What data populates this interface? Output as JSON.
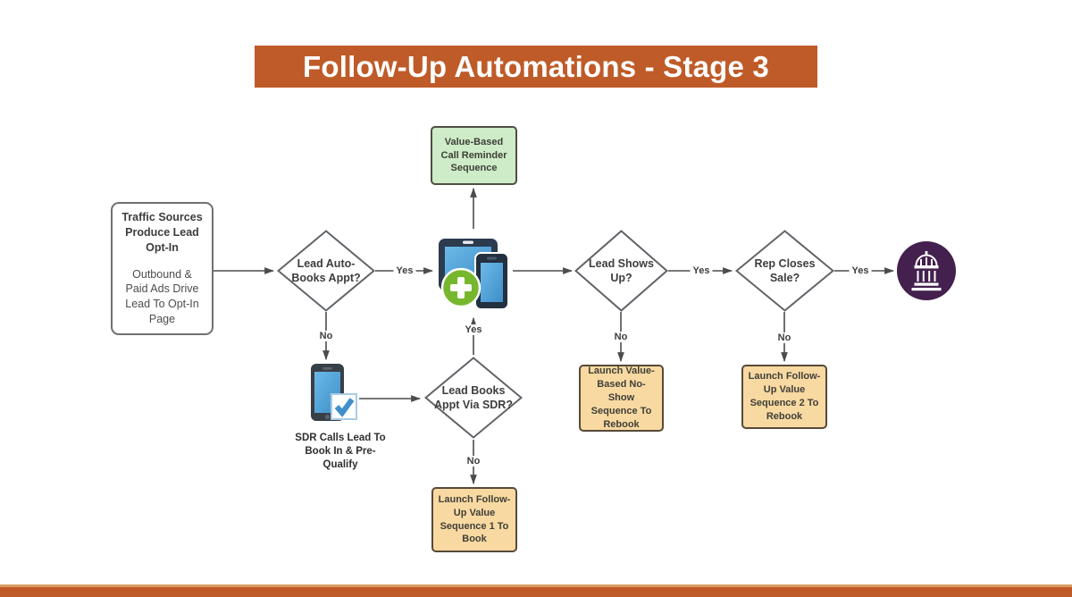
{
  "slide": {
    "title": "Follow-Up Automations - Stage 3",
    "accent_color": "#bf5b28"
  },
  "nodes": {
    "traffic": {
      "heading": "Traffic Sources Produce Lead Opt-In",
      "body": "Outbound & Paid Ads Drive Lead To Opt-In Page"
    },
    "auto_books": {
      "label": "Lead Auto-Books Appt?"
    },
    "reminder": {
      "label": "Value-Based Call Reminder Sequence"
    },
    "sdr_calls": {
      "caption": "SDR Calls Lead To Book In & Pre-Qualify"
    },
    "books_via_sdr": {
      "label": "Lead Books Appt Via SDR?"
    },
    "seq1": {
      "label": "Launch Follow-Up Value Sequence 1 To Book"
    },
    "shows_up": {
      "label": "Lead Shows Up?"
    },
    "no_show": {
      "label": "Launch Value-Based No-Show Sequence To Rebook"
    },
    "rep_closes": {
      "label": "Rep Closes Sale?"
    },
    "seq2": {
      "label": "Launch Follow-Up Value Sequence 2 To Rebook"
    }
  },
  "edges": {
    "auto_books_yes": "Yes",
    "auto_books_no": "No",
    "books_via_sdr_yes": "Yes",
    "books_via_sdr_no": "No",
    "shows_up_yes": "Yes",
    "rep_closes_yes": "Yes",
    "shows_up_no": "No",
    "rep_closes_no": "No"
  },
  "icons": {
    "devices": "booking-devices-icon",
    "phone_check": "sdr-phone-check-icon",
    "bank": "closed-sale-bank-icon"
  },
  "colors": {
    "banner": "#bf5b28",
    "green_box": "#cdecc7",
    "tan_box": "#f8d9a1",
    "line": "#4c4c4c",
    "end_circle": "#44204e",
    "plus_green": "#76b72d",
    "screen_blue": "#4da4dd"
  }
}
